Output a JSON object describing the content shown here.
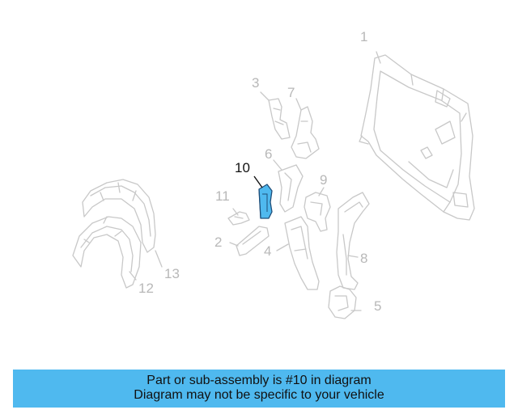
{
  "diagram": {
    "callouts": [
      {
        "id": "1",
        "label": "1"
      },
      {
        "id": "2",
        "label": "2"
      },
      {
        "id": "3",
        "label": "3"
      },
      {
        "id": "4",
        "label": "4"
      },
      {
        "id": "5",
        "label": "5"
      },
      {
        "id": "6",
        "label": "6"
      },
      {
        "id": "7",
        "label": "7"
      },
      {
        "id": "8",
        "label": "8"
      },
      {
        "id": "9",
        "label": "9"
      },
      {
        "id": "10",
        "label": "10",
        "highlighted": true
      },
      {
        "id": "11",
        "label": "11"
      },
      {
        "id": "12",
        "label": "12"
      },
      {
        "id": "13",
        "label": "13"
      }
    ],
    "colors": {
      "line": "#c8c8c8",
      "highlight_fill": "#4fb9ef",
      "highlight_stroke": "#1f4e79",
      "banner": "#4fb9ef"
    }
  },
  "banner": {
    "line1": "Part or sub-assembly is #10 in diagram",
    "line2": "Diagram may not be specific to your vehicle"
  }
}
